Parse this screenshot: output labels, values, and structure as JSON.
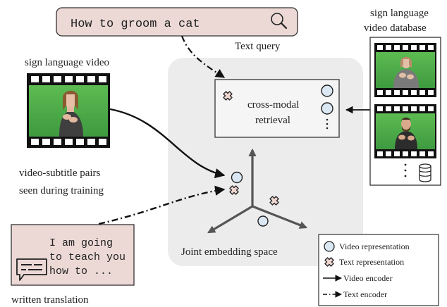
{
  "search": {
    "query": "How to groom a cat",
    "caption": "Text query"
  },
  "left": {
    "video_title": "sign language video",
    "pairs_line1": "video-subtitle pairs",
    "pairs_line2": "seen during training"
  },
  "translation": {
    "line1": "I am going",
    "line2": "to teach you",
    "line3": "how to ...",
    "caption": "written translation"
  },
  "retrieval": {
    "line1": "cross-modal",
    "line2": "retrieval"
  },
  "embedding": {
    "caption": "Joint  embedding space"
  },
  "database": {
    "line1": "sign language",
    "line2": "video database"
  },
  "legend": {
    "video_rep": "Video representation",
    "text_rep": "Text representation",
    "video_enc": "Video encoder",
    "text_enc": "Text encoder"
  },
  "colors": {
    "pink_box": "#ecd9d6",
    "gray_space": "#ececec",
    "marker_blue": "#dbe8f4",
    "marker_pink": "#efd6d0",
    "green_screen": "#4aa34a"
  },
  "icons": [
    "search-icon",
    "subtitle-bubble-icon",
    "database-icon",
    "film-strip-icon",
    "cross-marker-icon",
    "circle-marker-icon"
  ]
}
